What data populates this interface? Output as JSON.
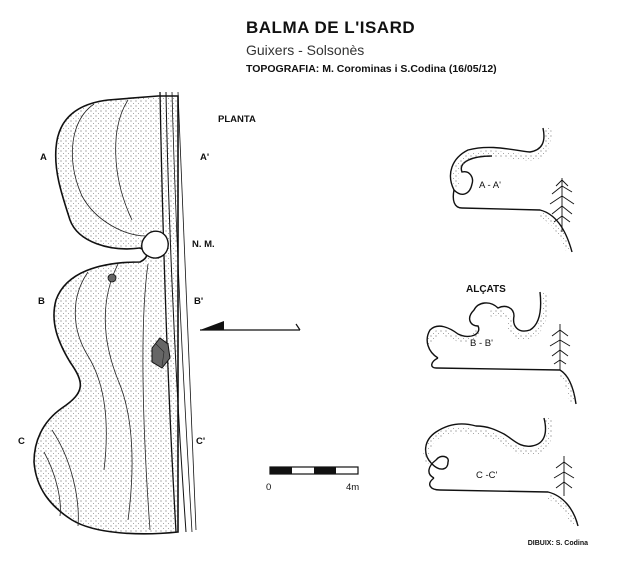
{
  "header": {
    "title": "BALMA DE L'ISARD",
    "subtitle": "Guixers - Solsonès",
    "topography": "TOPOGRAFIA: M. Corominas i S.Codina   (16/05/12)"
  },
  "plan": {
    "label": "PLANTA",
    "north_label": "N. M.",
    "sections": [
      "A",
      "A'",
      "B",
      "B'",
      "C",
      "C'"
    ]
  },
  "scale": {
    "start": "0",
    "end": "4m"
  },
  "elevations": {
    "label": "ALÇATS",
    "profiles": [
      "A - A'",
      "B - B'",
      "C -C'"
    ]
  },
  "credit": "DIBUIX: S. Codina"
}
